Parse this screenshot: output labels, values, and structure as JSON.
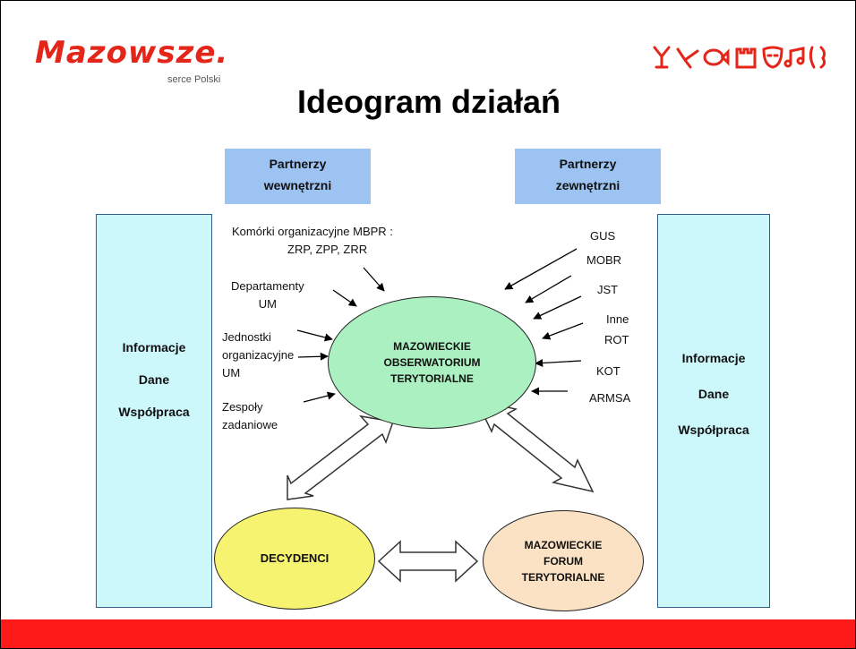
{
  "logo": {
    "word": "Mazowsze.",
    "tagline": "serce Polski",
    "brand_color": "#e32619"
  },
  "decor_icons": [
    "grape-icon",
    "bird-icon",
    "fish-icon",
    "castle-icon",
    "mask-icon",
    "music-note-icon",
    "face-icon"
  ],
  "title": "Ideogram działań",
  "partners": {
    "internal": [
      "Partnerzy",
      "wewnętrzni"
    ],
    "external": [
      "Partnerzy",
      "zewnętrzni"
    ]
  },
  "side_box": [
    "Informacje",
    "Dane",
    "Współpraca"
  ],
  "left_labels": {
    "komorki": [
      "Komórki organizacyjne MBPR :",
      "ZRP, ZPP, ZRR"
    ],
    "departamenty": [
      "Departamenty",
      "UM"
    ],
    "jednostki": [
      "Jednostki",
      "organizacyjne",
      "UM"
    ],
    "zespoly": [
      "Zespoły",
      "zadaniowe"
    ]
  },
  "right_labels": [
    "GUS",
    "MOBR",
    "JST",
    "Inne",
    "ROT",
    "KOT",
    "ARMSA"
  ],
  "center": [
    "MAZOWIECKIE",
    "OBSERWATORIUM",
    "TERYTORIALNE"
  ],
  "decydenci": "DECYDENCI",
  "forum": [
    "MAZOWIECKIE",
    "FORUM",
    "TERYTORIALNE"
  ],
  "colors": {
    "center": "#aaf0c0",
    "decydenci": "#f6f370",
    "forum": "#fbe2c4",
    "partner_box": "#9dc3f3",
    "side_box": "#ccf7fb",
    "footer": "#ff1a1a"
  }
}
